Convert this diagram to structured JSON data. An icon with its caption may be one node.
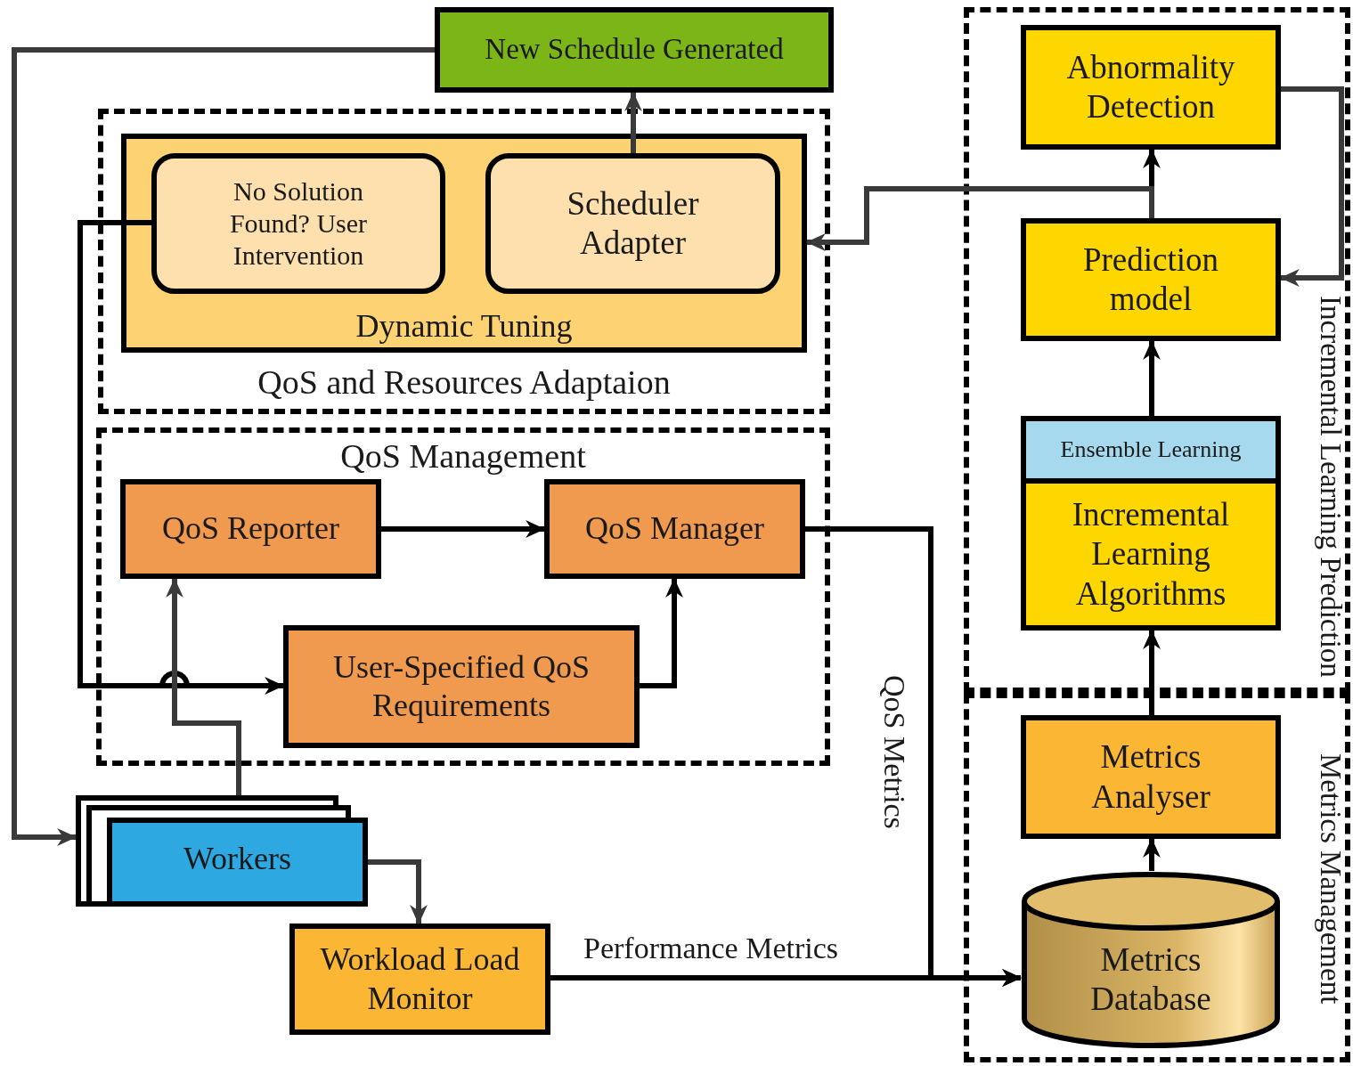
{
  "diagram": {
    "nodes": [
      {
        "text": [
          "New Schedule Generated"
        ]
      },
      {
        "text": [
          "QoS and Resources Adaptaion"
        ]
      },
      {
        "text": [
          "Dynamic Tuning"
        ],
        "in": 1
      },
      {
        "text": [
          "No Solution Found? User Intervention"
        ],
        "in": 2
      },
      {
        "text": [
          "Scheduler Adapter"
        ],
        "in": 2
      },
      {
        "text": [
          "QoS Management"
        ]
      },
      {
        "text": [
          "QoS Reporter"
        ],
        "in": 5
      },
      {
        "text": [
          "QoS Manager"
        ],
        "in": 5
      },
      {
        "text": [
          "User-Specified QoS Requirements"
        ],
        "in": 5
      },
      {
        "text": [
          "Workers"
        ]
      },
      {
        "text": [
          "Workload Load Monitor"
        ]
      },
      {
        "text": [
          "Incremental Learning Prediction"
        ]
      },
      {
        "text": [
          "Abnormality Detection"
        ],
        "in": 11
      },
      {
        "text": [
          "Prediction model"
        ],
        "in": 11
      },
      {
        "text": [
          "Ensemble Learning",
          "Incremental Learning Algorithms"
        ],
        "in": 11
      },
      {
        "text": [
          "Metrics Management"
        ]
      },
      {
        "text": [
          "Metrics Analyser"
        ],
        "in": 15
      },
      {
        "text": [
          "Metrics Database"
        ],
        "in": 15
      }
    ],
    "edges": [
      {
        "from": 4,
        "to": 0,
        "arrow": "to",
        "color": "#3a3a3a"
      },
      {
        "from": 0,
        "to": 9,
        "arrow": "to",
        "color": "#3a3a3a"
      },
      {
        "from": 3,
        "to": 8,
        "arrow": "to"
      },
      {
        "from": 9,
        "to": 6,
        "arrow": "to",
        "color": "#3a3a3a"
      },
      {
        "from": 6,
        "to": 7,
        "arrow": "to"
      },
      {
        "from": 8,
        "to": 7,
        "arrow": "to"
      },
      {
        "from": 7,
        "to": 17,
        "arrow": "to",
        "label": "QoS Metrics"
      },
      {
        "from": 10,
        "to": 17,
        "arrow": "to",
        "label": "Performance Metrics"
      },
      {
        "from": 9,
        "to": 10,
        "arrow": "to",
        "color": "#3a3a3a"
      },
      {
        "from": 17,
        "to": 16,
        "arrow": "to"
      },
      {
        "from": 16,
        "to": 14,
        "arrow": "to"
      },
      {
        "from": 14,
        "to": 13,
        "arrow": "to"
      },
      {
        "from": 13,
        "to": 12,
        "arrow": "to"
      },
      {
        "from": 13,
        "to": 2,
        "arrow": "to",
        "color": "#3a3a3a"
      },
      {
        "from": 12,
        "to": 13,
        "arrow": "to",
        "color": "#3a3a3a"
      }
    ]
  }
}
